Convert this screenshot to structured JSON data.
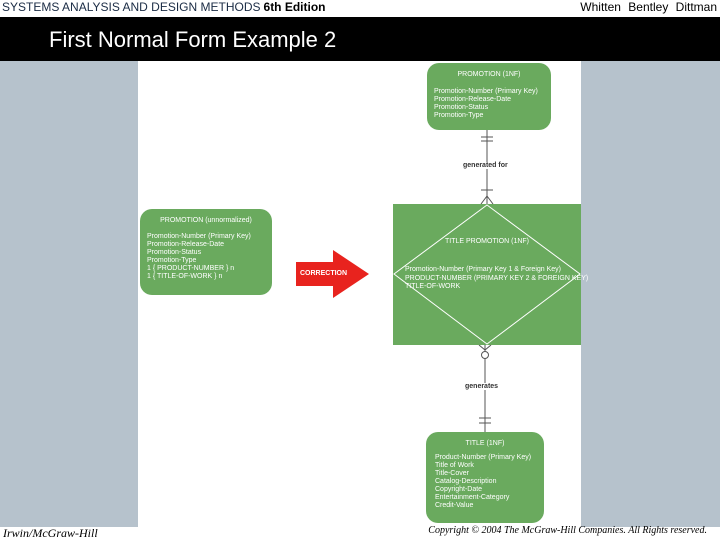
{
  "header": {
    "course": "SYSTEMS ANALYSIS AND DESIGN METHODS",
    "edition": "6th Edition",
    "authors": "Whitten Bentley Dittman"
  },
  "slide": {
    "title": "First Normal Form Example 2"
  },
  "diagram": {
    "unnormalized": {
      "name": "PROMOTION (unnormalized)",
      "attributes": [
        "Promotion-Number (Primary Key)",
        "Promotion-Release-Date",
        "Promotion-Status",
        "Promotion-Type",
        "1 { PRODUCT-NUMBER } n",
        "1 { TITLE-OF-WORK } n"
      ]
    },
    "arrow_label": "CORRECTION",
    "promotion_1nf": {
      "name": "PROMOTION (1NF)",
      "attributes": [
        "Promotion-Number (Primary Key)",
        "Promotion-Release-Date",
        "Promotion-Status",
        "Promotion-Type"
      ]
    },
    "relationship_top_label": "generated for",
    "title_promotion": {
      "name": "TITLE PROMOTION (1NF)",
      "attributes": [
        "Promotion-Number (Primary Key 1 & Foreign Key)",
        "PRODUCT-NUMBER (PRIMARY KEY 2 & FOREIGN KEY)",
        "TITLE-OF-WORK"
      ]
    },
    "relationship_bottom_label": "generates",
    "title_1nf": {
      "name": "TITLE (1NF)",
      "attributes": [
        "Product-Number (Primary Key)",
        "Title of Work",
        "Title-Cover",
        "Catalog-Description",
        "Copyright-Date",
        "Entertainment-Category",
        "Credit-Value"
      ]
    }
  },
  "footer": {
    "publisher": "Irwin/McGraw-Hill",
    "copyright": "Copyright © 2004 The McGraw-Hill Companies. All Rights reserved."
  },
  "colors": {
    "entity_fill": "#6aaa5e",
    "arrow_fill": "#e8231e",
    "side_panel": "#b6c2cc"
  }
}
